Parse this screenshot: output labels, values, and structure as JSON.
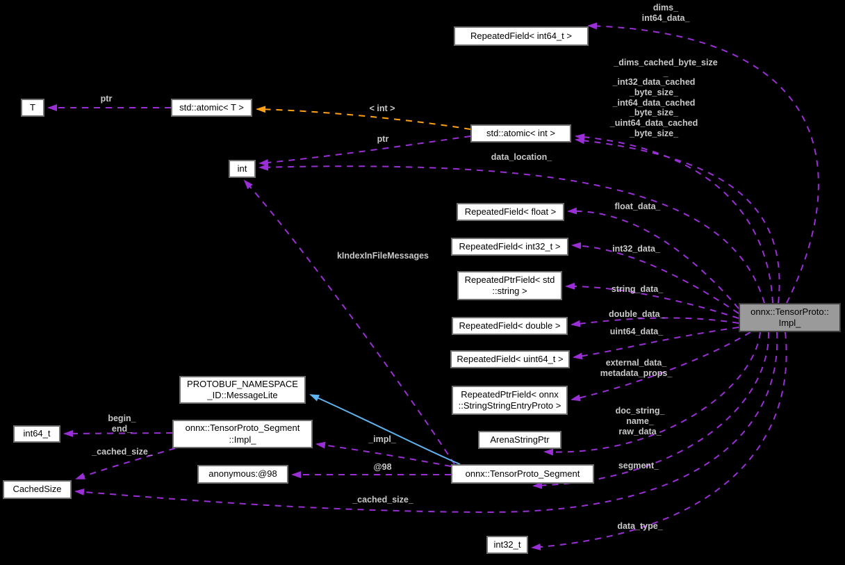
{
  "colors": {
    "background": "#000000",
    "edge_usage_purple": "#9b2fd6",
    "edge_template_orange": "#ffa117",
    "edge_inheritance_blue": "#60b4ef",
    "edge_label_text": "#c9c9c9",
    "node_fill": "#ffffff",
    "node_border": "#6f6f6f",
    "main_node_fill": "#9a9a9a",
    "main_node_border": "#3c3c3c"
  },
  "nodes": {
    "repeated_field_int64": {
      "label": "RepeatedField< int64_t >"
    },
    "t": {
      "label": "T"
    },
    "std_atomic_t": {
      "label": "std::atomic< T >"
    },
    "std_atomic_int": {
      "label": "std::atomic< int >"
    },
    "int": {
      "label": "int"
    },
    "repeated_field_float": {
      "label": "RepeatedField< float >"
    },
    "repeated_field_int32": {
      "label": "RepeatedField< int32_t >"
    },
    "repeated_ptr_field_std_string": {
      "label": "RepeatedPtrField< std\n::string >"
    },
    "repeated_field_double": {
      "label": "RepeatedField< double >"
    },
    "repeated_field_uint64": {
      "label": "RepeatedField< uint64_t >"
    },
    "repeated_ptr_field_string_string_entry": {
      "label": "RepeatedPtrField< onnx\n::StringStringEntryProto >"
    },
    "arena_string_ptr": {
      "label": "ArenaStringPtr"
    },
    "tensor_proto_segment": {
      "label": "onnx::TensorProto_Segment"
    },
    "int32_t": {
      "label": "int32_t"
    },
    "protobuf_message_lite": {
      "label": "PROTOBUF_NAMESPACE\n_ID::MessageLite"
    },
    "tensor_proto_segment_impl": {
      "label": "onnx::TensorProto_Segment\n::Impl_"
    },
    "int64_t": {
      "label": "int64_t"
    },
    "anonymous_98": {
      "label": "anonymous:@98"
    },
    "cached_size": {
      "label": "CachedSize"
    },
    "main": {
      "label": "onnx::TensorProto::\nImpl_"
    }
  },
  "edge_labels": {
    "dims": "dims_\nint64_data_",
    "dims_cached": "_dims_cached_byte_size\n_",
    "int_caches": "_int32_data_cached\n_byte_size_\n_int64_data_cached\n_byte_size_\n_uint64_data_cached\n_byte_size_",
    "ptr_t": "ptr",
    "template_int": "< int >",
    "ptr_int": "ptr",
    "data_location": "data_location_",
    "k_index": "kIndexInFileMessages",
    "float_data": "float_data_",
    "int32_data": "int32_data_",
    "string_data": "string_data_",
    "double_data": "double_data_",
    "uint64_data": "uint64_data_",
    "external_data": "external_data_\nmetadata_props_",
    "doc_string": "doc_string_\nname_\nraw_data_",
    "segment": "segment_",
    "begin_end": "begin_\nend_",
    "impl": "_impl_",
    "at98": "@98",
    "cached_size_segment": "_cached_size_",
    "cached_size_main": "_cached_size_",
    "data_type": "data_type_"
  }
}
